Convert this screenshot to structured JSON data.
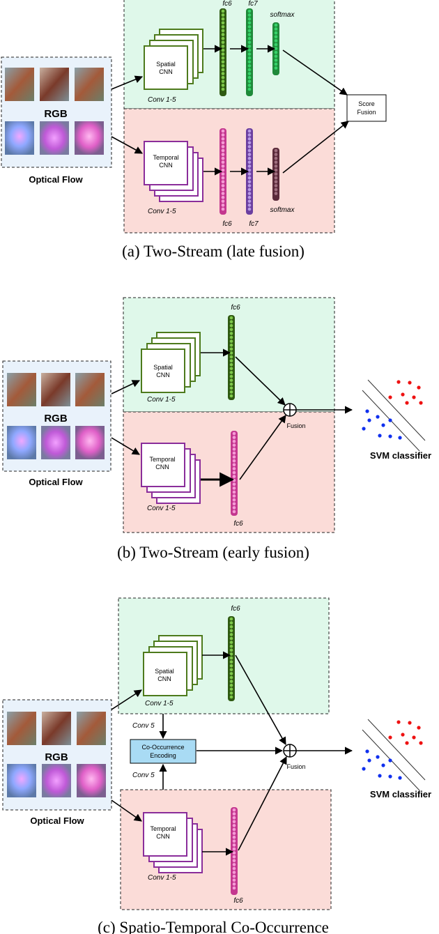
{
  "colors": {
    "spatial_bg": "#dff8ea",
    "temporal_bg": "#fbdcd8",
    "input_bg": "#e9f2fb",
    "spatial_stroke": "#4d7a1c",
    "temporal_stroke": "#8a2d9a",
    "fc_green": "#2f5a12",
    "fc_green2": "#1f8a3a",
    "fc_dot_green": "#7ec84a",
    "fc_dot_green2": "#35d36a",
    "fc_pink": "#c4378f",
    "fc_dot_pink": "#f59bd6",
    "fc_purple": "#6b3fa0",
    "fc_dot_purple": "#b79ae6",
    "fc_brown": "#5a2a3a",
    "fc_dot_brown": "#a07080",
    "encoding_bg": "#a9dbf4",
    "svm_red": "#ee1111",
    "svm_blue": "#1030ee"
  },
  "panel_a": {
    "input_top_label": "RGB",
    "input_bottom_label": "Optical Flow",
    "spatial_cnn": [
      "Spatial",
      "CNN"
    ],
    "temporal_cnn": [
      "Temporal",
      "CNN"
    ],
    "conv_spatial": "Conv 1-5",
    "conv_temporal": "Conv 1-5",
    "spatial_fc6": "fc6",
    "spatial_fc7": "fc7",
    "spatial_softmax": "softmax",
    "temporal_fc6": "fc6",
    "temporal_fc7": "fc7",
    "temporal_softmax": "softmax",
    "score_fusion": [
      "Score",
      "Fusion"
    ],
    "caption": "(a) Two-Stream (late fusion)"
  },
  "panel_b": {
    "input_top_label": "RGB",
    "input_bottom_label": "Optical Flow",
    "spatial_cnn": [
      "Spatial",
      "CNN"
    ],
    "temporal_cnn": [
      "Temporal",
      "CNN"
    ],
    "conv_spatial": "Conv 1-5",
    "conv_temporal": "Conv 1-5",
    "spatial_fc6": "fc6",
    "temporal_fc6": "fc6",
    "fusion_label": "Fusion",
    "svm_label": "SVM classifier",
    "caption": "(b) Two-Stream (early fusion)"
  },
  "panel_c": {
    "input_top_label": "RGB",
    "input_bottom_label": "Optical Flow",
    "spatial_cnn": [
      "Spatial",
      "CNN"
    ],
    "temporal_cnn": [
      "Temporal",
      "CNN"
    ],
    "conv_spatial": "Conv 1-5",
    "conv_temporal": "Conv 1-5",
    "spatial_fc6": "fc6",
    "temporal_fc6": "fc6",
    "conv5_top": "Conv 5",
    "conv5_bottom": "Conv 5",
    "encoding": [
      "Co-Occurrence",
      "Encoding"
    ],
    "fusion_label": "Fusion",
    "svm_label": "SVM classifier",
    "caption": "(c) Spatio-Temporal Co-Occurrence"
  }
}
